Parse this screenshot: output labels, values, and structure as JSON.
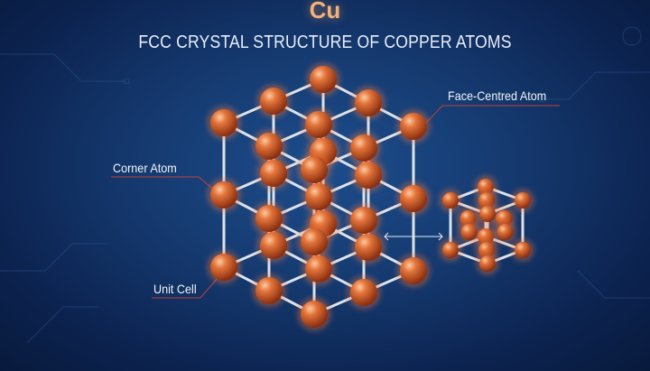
{
  "header": {
    "logo_symbol": "Cu",
    "title": "FCC CRYSTAL STRUCTURE OF COPPER ATOMS"
  },
  "labels": {
    "face_centred": "Face-Centred Atom",
    "corner": "Corner Atom",
    "unit_cell": "Unit Cell"
  },
  "colors": {
    "atom": "#d2612a",
    "bond": "#dde3ea",
    "leader_line": "#c0403a",
    "background": "#153a70"
  }
}
